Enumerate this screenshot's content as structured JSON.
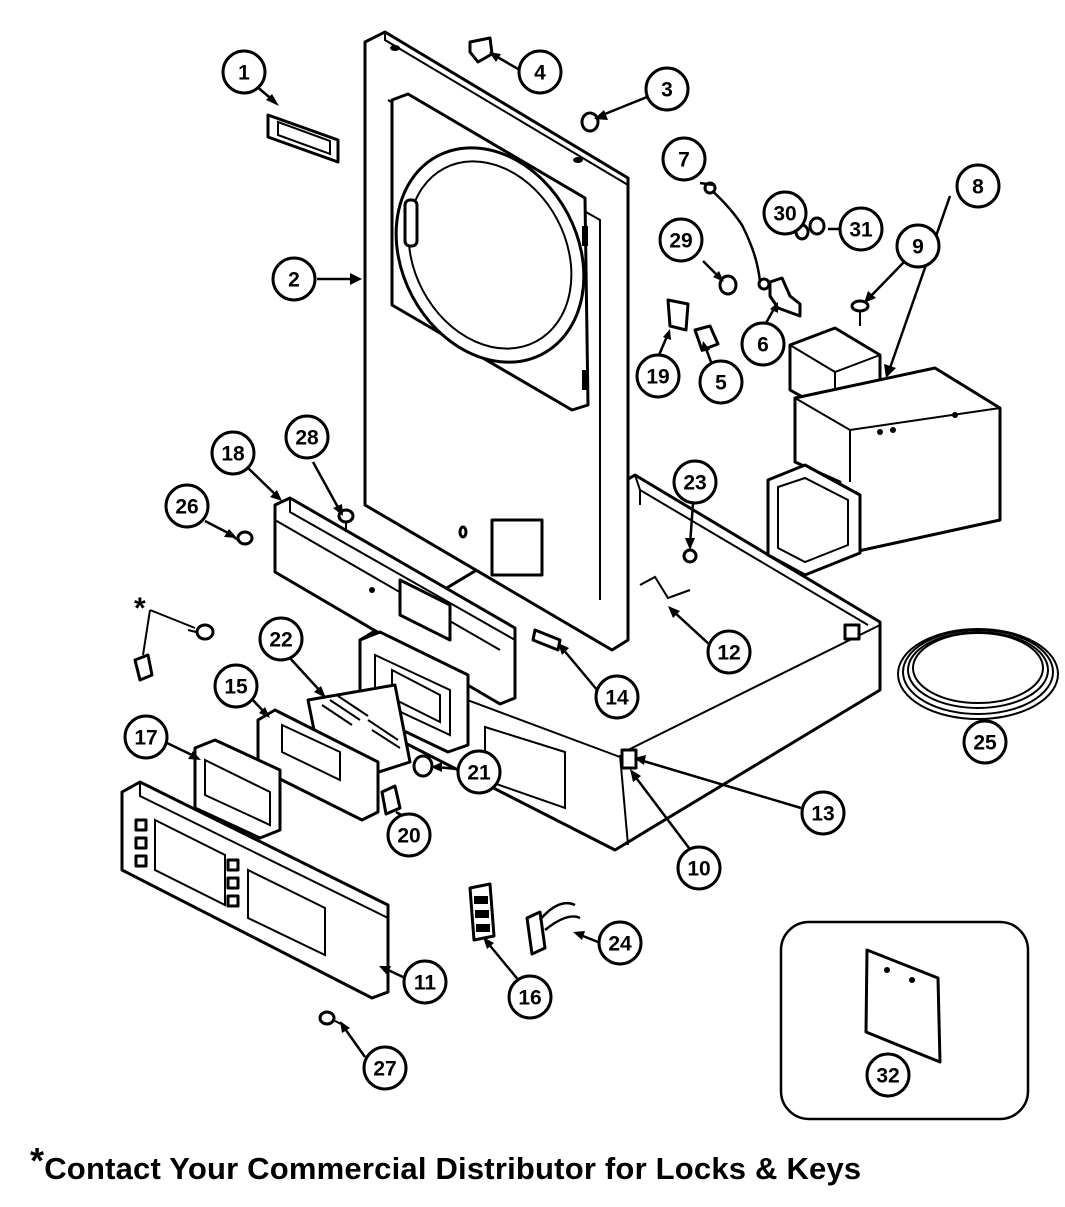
{
  "diagram": {
    "callouts": [
      {
        "id": "1",
        "label": "1"
      },
      {
        "id": "2",
        "label": "2"
      },
      {
        "id": "3",
        "label": "3"
      },
      {
        "id": "4",
        "label": "4"
      },
      {
        "id": "5",
        "label": "5"
      },
      {
        "id": "6",
        "label": "6"
      },
      {
        "id": "7",
        "label": "7"
      },
      {
        "id": "8",
        "label": "8"
      },
      {
        "id": "9",
        "label": "9"
      },
      {
        "id": "10",
        "label": "10"
      },
      {
        "id": "11",
        "label": "11"
      },
      {
        "id": "12",
        "label": "12"
      },
      {
        "id": "13",
        "label": "13"
      },
      {
        "id": "14",
        "label": "14"
      },
      {
        "id": "15",
        "label": "15"
      },
      {
        "id": "16",
        "label": "16"
      },
      {
        "id": "17",
        "label": "17"
      },
      {
        "id": "18",
        "label": "18"
      },
      {
        "id": "19",
        "label": "19"
      },
      {
        "id": "20",
        "label": "20"
      },
      {
        "id": "21",
        "label": "21"
      },
      {
        "id": "22",
        "label": "22"
      },
      {
        "id": "23",
        "label": "23"
      },
      {
        "id": "24",
        "label": "24"
      },
      {
        "id": "25",
        "label": "25"
      },
      {
        "id": "26",
        "label": "26"
      },
      {
        "id": "27",
        "label": "27"
      },
      {
        "id": "28",
        "label": "28"
      },
      {
        "id": "29",
        "label": "29"
      },
      {
        "id": "30",
        "label": "30"
      },
      {
        "id": "31",
        "label": "31"
      },
      {
        "id": "32",
        "label": "32"
      }
    ],
    "asterisk": "*",
    "footnote": {
      "marker": "*",
      "text": "Contact Your Commercial Distributor for Locks & Keys"
    }
  }
}
